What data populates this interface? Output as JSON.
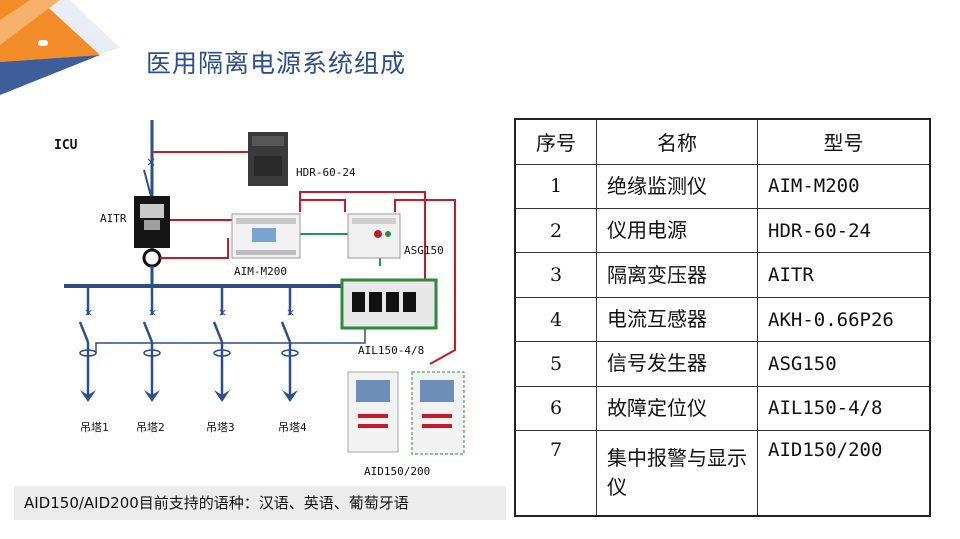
{
  "page": {
    "title": "医用隔离电源系统组成"
  },
  "diagram": {
    "labels": {
      "icu": "ICU",
      "hdr": "HDR-60-24",
      "aitr": "AITR",
      "asg": "ASG150",
      "aim": "AIM-M200",
      "ail": "AIL150-4/8",
      "aid": "AID150/200",
      "branches": [
        "吊塔1",
        "吊塔2",
        "吊塔3",
        "吊塔4"
      ]
    },
    "colors": {
      "wire_red": "#c8192b",
      "wire_green": "#1a9a5a",
      "wire_blue": "#2d4f86",
      "device_green": "#2f8a3e"
    }
  },
  "table": {
    "headers": [
      "序号",
      "名称",
      "型号"
    ],
    "rows": [
      {
        "no": "1",
        "name": "绝缘监测仪",
        "model": "AIM-M200"
      },
      {
        "no": "2",
        "name": "仪用电源",
        "model": "HDR-60-24"
      },
      {
        "no": "3",
        "name": "隔离变压器",
        "model": "AITR"
      },
      {
        "no": "4",
        "name": "电流互感器",
        "model": "AKH-0.66P26"
      },
      {
        "no": "5",
        "name": "信号发生器",
        "model": "ASG150"
      },
      {
        "no": "6",
        "name": "故障定位仪",
        "model": "AIL150-4/8"
      },
      {
        "no": "7",
        "name": "集中报警与显示仪",
        "model": "AID150/200"
      }
    ]
  },
  "note": {
    "text": "AID150/AID200目前支持的语种：汉语、英语、葡萄牙语"
  }
}
